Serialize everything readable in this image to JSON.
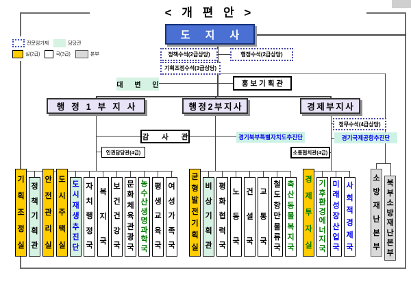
{
  "title": "< 개 편 안 >",
  "legend": {
    "items": [
      {
        "label": "전문임기제",
        "swatch": "dotted-outline"
      },
      {
        "label": "담당관",
        "swatch": "light-green"
      },
      {
        "label": "실(2급)",
        "swatch": "yellow"
      },
      {
        "label": "국(3급)",
        "swatch": "white"
      },
      {
        "label": "본부",
        "swatch": "gray"
      }
    ]
  },
  "governor": {
    "label": "도지사"
  },
  "staff": {
    "policy": "정책수석(2급상당)",
    "admin": "행정수석(2급상당)",
    "planning": "기획조정수석(3급상당)",
    "political": "정무수석(4급상당)"
  },
  "spokesperson": {
    "label": "대 변 인"
  },
  "pr_officer": {
    "label": "홍보기획관"
  },
  "deputies": {
    "admin1": "행정1부지사",
    "admin2": "행정2부지사",
    "economy": "경제부지사"
  },
  "offices": {
    "audit": "감 사 관",
    "human_rights": "인권담당관(4급)",
    "gyeonggi_north": "경기북부특별자치도추진단",
    "communication": "소통협치관(4급)",
    "airport": "경기국제공항추진단"
  },
  "colors": {
    "governor_blue": "#4a70d4",
    "deputy_lavender": "#e8e3f6",
    "silk_yellow": "#ffcc00",
    "officer_green": "#d5f2e3",
    "bonbu_gray": "#d9d9d9",
    "highlight_blue": "#0000ee",
    "highlight_green": "#007a00"
  },
  "departments": {
    "admin1": [
      {
        "label": "기획조정실",
        "category": "실"
      },
      {
        "label": "정책기획관",
        "category": "담당관"
      },
      {
        "label": "안전관리실",
        "category": "실"
      },
      {
        "label": "도시주택실",
        "category": "실"
      },
      {
        "label": "도시재생추진단",
        "category": "담당관",
        "highlight": "blue"
      },
      {
        "label": "자치행정국",
        "category": "국"
      },
      {
        "label": "복지국",
        "category": "국"
      },
      {
        "label": "보건건강국",
        "category": "국"
      },
      {
        "label": "문화체육관광국",
        "category": "국"
      },
      {
        "label": "농수산생명과학국",
        "category": "국",
        "highlight": "green"
      },
      {
        "label": "평생교육국",
        "category": "국"
      },
      {
        "label": "여성가족국",
        "category": "국"
      }
    ],
    "admin2": [
      {
        "label": "균형발전기획실",
        "category": "실"
      },
      {
        "label": "비상기획관",
        "category": "담당관"
      },
      {
        "label": "평화협력국",
        "category": "국"
      },
      {
        "label": "노동국",
        "category": "국"
      },
      {
        "label": "건설국",
        "category": "국"
      },
      {
        "label": "교통국",
        "category": "국"
      },
      {
        "label": "철도항만물류국",
        "category": "국"
      },
      {
        "label": "축산동물복지국",
        "category": "국",
        "highlight": "green"
      }
    ],
    "economy": [
      {
        "label": "경제투자실",
        "category": "실",
        "highlight": "green"
      },
      {
        "label": "기후환경에너지국",
        "category": "국",
        "highlight": "green"
      },
      {
        "label": "미래성장산업국",
        "category": "국",
        "highlight": "blue"
      },
      {
        "label": "사회적경제국",
        "category": "국",
        "highlight": "blue"
      }
    ],
    "direct": [
      {
        "label": "소방재난본부",
        "category": "본부"
      },
      {
        "label": "북부소방재난본부",
        "category": "본부"
      }
    ]
  }
}
